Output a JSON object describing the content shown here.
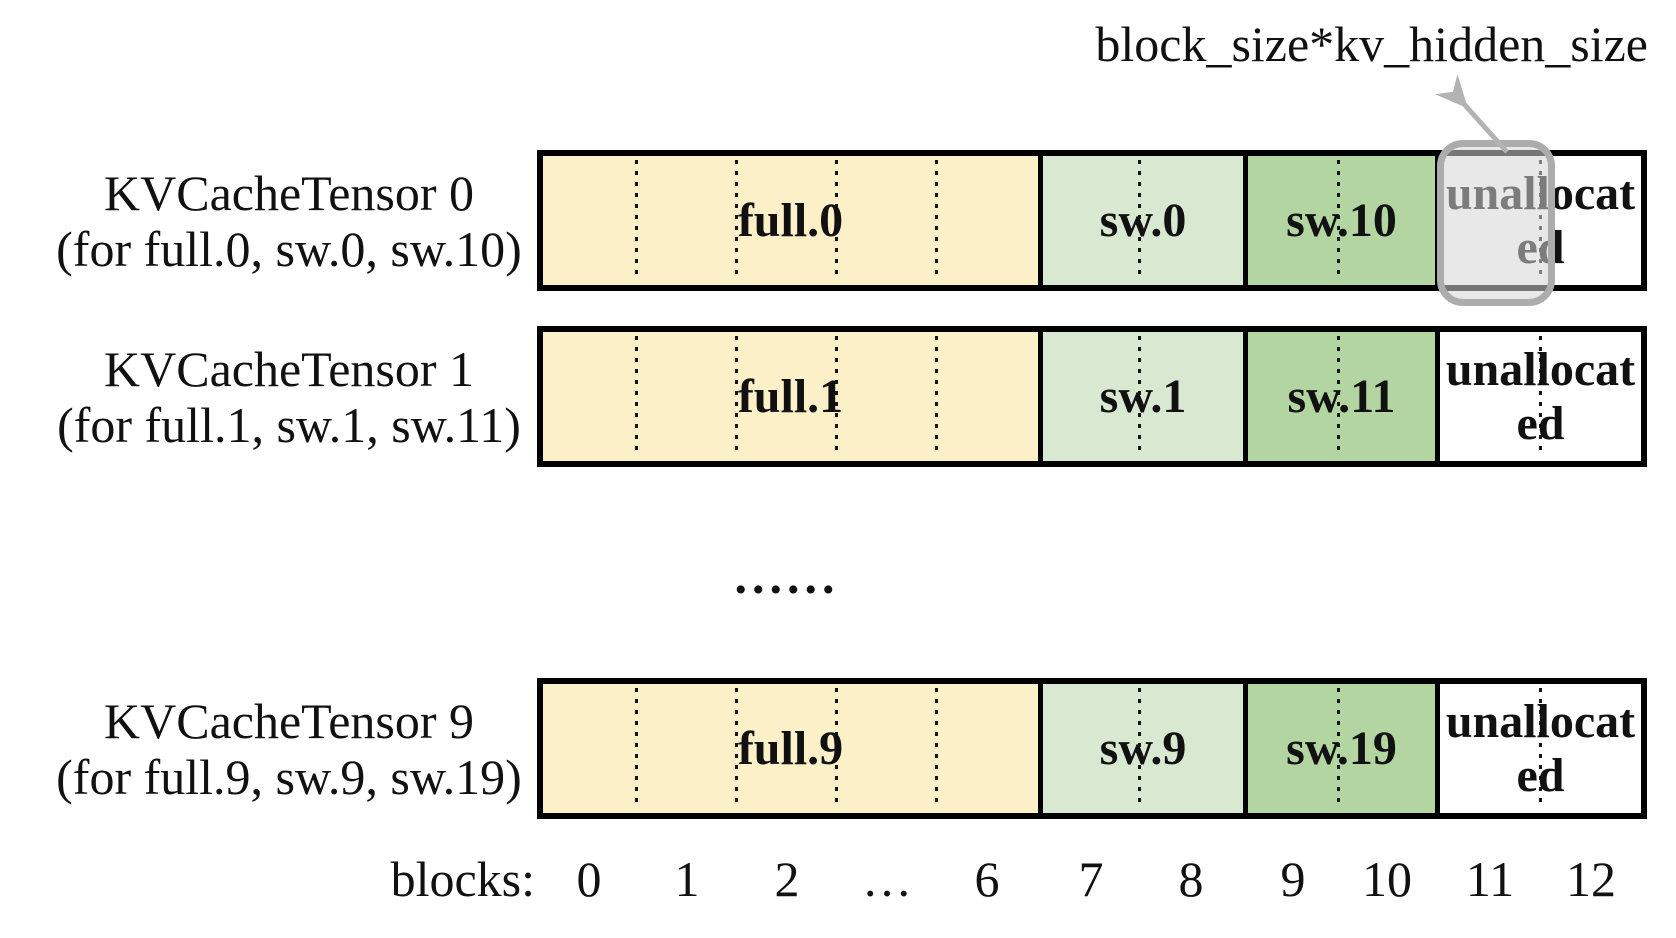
{
  "annotation": {
    "text": "block_size*kv_hidden_size"
  },
  "rows": [
    {
      "title": "KVCacheTensor 0",
      "subtitle": "(for full.0, sw.0, sw.10)",
      "sections": {
        "full": "full.0",
        "sw_a": "sw.0",
        "sw_b": "sw.10",
        "unallocated": "unallocated"
      }
    },
    {
      "title": "KVCacheTensor 1",
      "subtitle": "(for full.1, sw.1, sw.11)",
      "sections": {
        "full": "full.1",
        "sw_a": "sw.1",
        "sw_b": "sw.11",
        "unallocated": "unallocated"
      }
    },
    {
      "title": "KVCacheTensor 9",
      "subtitle": "(for full.9, sw.9, sw.19)",
      "sections": {
        "full": "full.9",
        "sw_a": "sw.9",
        "sw_b": "sw.19",
        "unallocated": "unallocated"
      }
    }
  ],
  "mid_ellipsis": "......",
  "blocks_axis": {
    "label": "blocks:",
    "ticks": [
      "0",
      "1",
      "2",
      "…",
      "6",
      "7",
      "8",
      "9",
      "10",
      "11",
      "12"
    ]
  },
  "colors": {
    "full-fill": "#FCF0C8",
    "sw-early-fill": "#D9E9D1",
    "sw-late-fill": "#B2D5A2",
    "unallocated-fill": "#FFFFFF",
    "border-black": "#000000",
    "overlay-border": "#ACACAC",
    "arrow-gray": "#B3B3B3",
    "text-black": "#111111"
  }
}
